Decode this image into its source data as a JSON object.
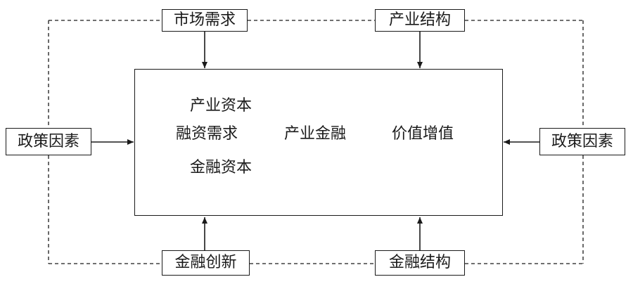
{
  "factors": {
    "market_demand": "市场需求",
    "industrial_structure": "产业结构",
    "policy_left": "政策因素",
    "policy_right": "政策因素",
    "financial_innovation": "金融创新",
    "financial_structure": "金融结构"
  },
  "core": {
    "industrial_capital": "产业资本",
    "financing_demand": "融资需求",
    "financial_capital": "金融资本",
    "industrial_finance": "产业金融",
    "value_added": "价值增值"
  }
}
